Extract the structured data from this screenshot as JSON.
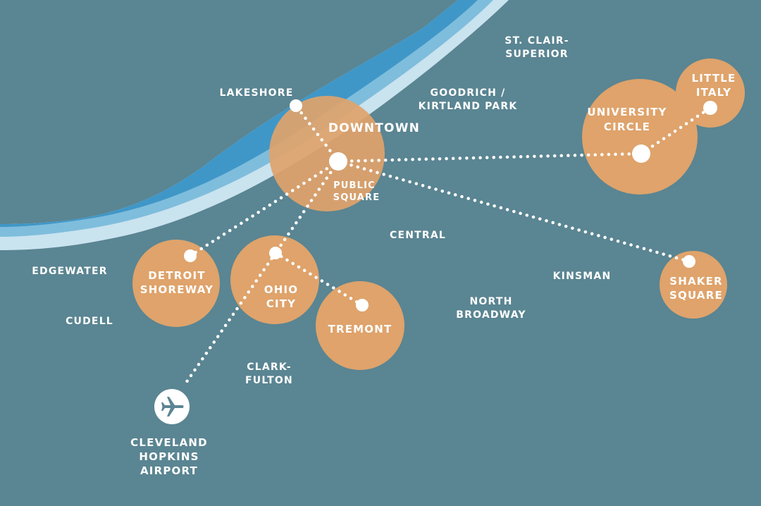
{
  "colors": {
    "background": "#5a8592",
    "hub_circle": "#dfa36b",
    "lake_light": "#c9e3ef",
    "lake_mid": "#7fbddc",
    "lake_dark": "#3f97c8",
    "route": "#ffffff"
  },
  "hubs": {
    "downtown": "DOWNTOWN",
    "public_square": [
      "PUBLIC",
      "SQUARE"
    ],
    "university_circle": [
      "UNIVERSITY",
      "CIRCLE"
    ],
    "little_italy": [
      "LITTLE",
      "ITALY"
    ],
    "detroit_shoreway": [
      "DETROIT",
      "SHOREWAY"
    ],
    "ohio_city": [
      "OHIO",
      "CITY"
    ],
    "tremont": "TREMONT",
    "shaker_square": [
      "SHAKER",
      "SQUARE"
    ]
  },
  "neighborhoods": {
    "lakeshore": "LAKESHORE",
    "st_clair_superior": [
      "ST. CLAIR-",
      "SUPERIOR"
    ],
    "goodrich_kirtland": [
      "GOODRICH /",
      "KIRTLAND PARK"
    ],
    "central": "CENTRAL",
    "kinsman": "KINSMAN",
    "edgewater": "EDGEWATER",
    "cudell": "CUDELL",
    "north_broadway": [
      "NORTH",
      "BROADWAY"
    ],
    "clark_fulton": [
      "CLARK-",
      "FULTON"
    ]
  },
  "airport": {
    "icon": "airplane-icon",
    "label": [
      "CLEVELAND",
      "HOPKINS",
      "AIRPORT"
    ]
  }
}
